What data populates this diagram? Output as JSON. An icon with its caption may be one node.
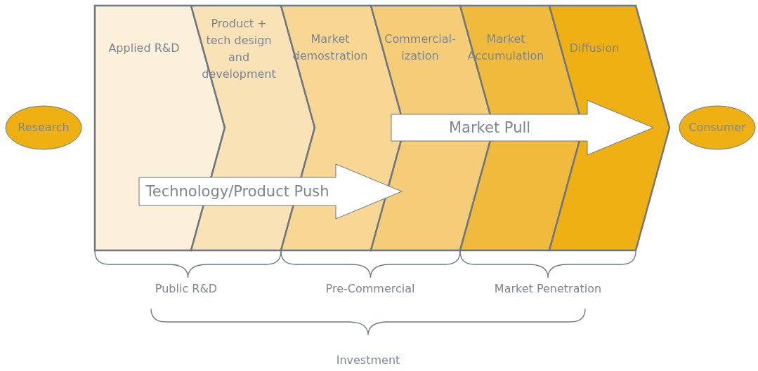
{
  "diagram": {
    "nodes": [
      {
        "text": [
          "Research"
        ]
      },
      {
        "text": [
          "Applied R&D"
        ]
      },
      {
        "text": [
          "Product + tech design and development"
        ]
      },
      {
        "text": [
          "Market demostration"
        ]
      },
      {
        "text": [
          "Commercial-ization"
        ]
      },
      {
        "text": [
          "Market Accumulation"
        ]
      },
      {
        "text": [
          "Diffusion"
        ]
      },
      {
        "text": [
          "Consumer"
        ]
      },
      {
        "text": [
          "Technology/Product Push"
        ]
      },
      {
        "text": [
          "Market Pull"
        ]
      }
    ],
    "edges": [],
    "labels": [
      "Public R&D",
      "Pre-Commercial",
      "Market Penetration",
      "Investment"
    ]
  }
}
